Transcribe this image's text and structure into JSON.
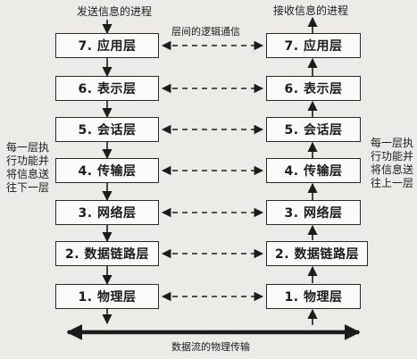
{
  "diagram": {
    "send_title": "发送信息的进程",
    "receive_title": "接收信息的进程",
    "logical_comm": "层间的逻辑通信",
    "physical_transmission": "数据流的物理传输",
    "left_note": [
      "每一层执",
      "行功能并",
      "将信息送",
      "往下一层"
    ],
    "right_note": [
      "每一层执",
      "行功能并",
      "将信息送",
      "往上一层"
    ],
    "layers": [
      "7. 应用层",
      "6. 表示层",
      "5. 会话层",
      "4. 传输层",
      "3. 网络层",
      "2. 数据链路层",
      "1. 物理层"
    ]
  }
}
